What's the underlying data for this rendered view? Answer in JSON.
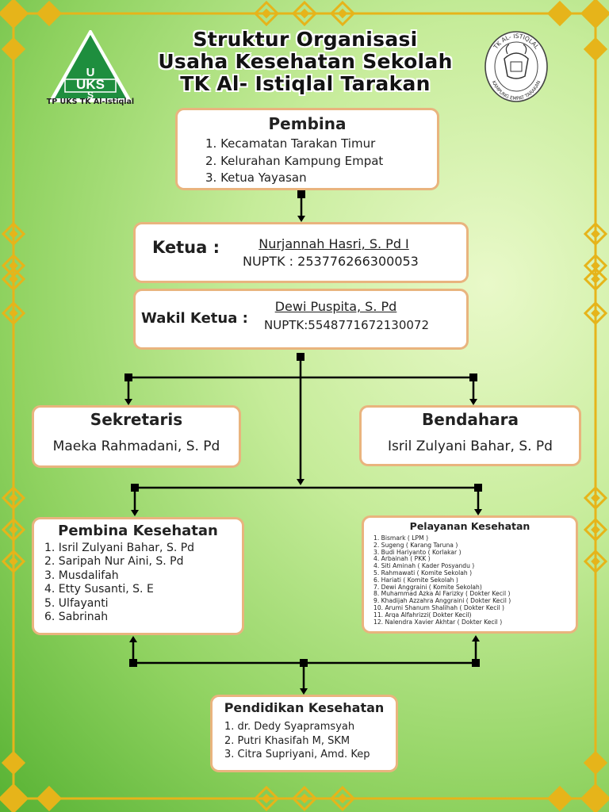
{
  "header": {
    "title_line1": "Struktur Organisasi",
    "title_line2": "Usaha Kesehatan Sekolah",
    "title_line3": "TK Al- Istiqlal Tarakan",
    "logo_left_text": "UKS",
    "logo_left_caption": "TP UKS TK Al-Istiqlal",
    "logo_right_top": "TK AL- ISTIQLAL",
    "logo_right_bottom": "KAMPUNG EMPAT TARAKAN"
  },
  "pembina": {
    "title": "Pembina",
    "items": [
      "1. Kecamatan Tarakan Timur",
      "2. Kelurahan Kampung Empat",
      "3. Ketua Yayasan"
    ]
  },
  "ketua": {
    "label": "Ketua :",
    "name": "Nurjannah Hasri, S. Pd I",
    "id": "NUPTK : 253776266300053"
  },
  "wakil": {
    "label": "Wakil Ketua :",
    "name": "Dewi Puspita, S. Pd",
    "id": "NUPTK:5548771672130072"
  },
  "sekretaris": {
    "title": "Sekretaris",
    "name": "Maeka Rahmadani, S. Pd"
  },
  "bendahara": {
    "title": "Bendahara",
    "name": "Isril Zulyani Bahar, S. Pd"
  },
  "pembina_kesehatan": {
    "title": "Pembina Kesehatan",
    "items": [
      "1. Isril Zulyani Bahar, S. Pd",
      "2. Saripah Nur Aini, S. Pd",
      "3. Musdalifah",
      "4. Etty Susanti, S. E",
      "5. Ulfayanti",
      "6. Sabrinah"
    ]
  },
  "pelayanan": {
    "title": "Pelayanan Kesehatan",
    "items": [
      "1.  Bismark ( LPM )",
      "2.  Sugeng ( Karang Taruna )",
      "3.  Budi Hariyanto ( Korlakar )",
      "4.  Arbainah ( PKK )",
      "4.  Siti Aminah ( Kader Posyandu )",
      "5.  Rahmawati ( Komite Sekolah )",
      "6.  Hariati ( Komite Sekolah )",
      "7.  Dewi Anggraini ( Komite Sekolah)",
      "8.  Muhammad Azka Al Farizky ( Dokter Kecil )",
      "9.  Khadijah Azzahra Anggraini ( Dokter Kecil )",
      "10. Arumi Shanum Shalihah ( Dokter Kecil )",
      "11. Arqa Alfahrizzi( Dokter Kecil)",
      "12. Nalendra Xavier Akhtar ( Dokter Kecil )"
    ]
  },
  "pendidikan": {
    "title": "Pendidikan Kesehatan",
    "items": [
      "1. dr. Dedy Syapramsyah",
      "2. Putri Khasifah M, SKM",
      "3. Citra Supriyani, Amd. Kep"
    ]
  },
  "colors": {
    "frame": "#e6b41a",
    "box_border": "#e9b47e",
    "connector": "#000000"
  }
}
